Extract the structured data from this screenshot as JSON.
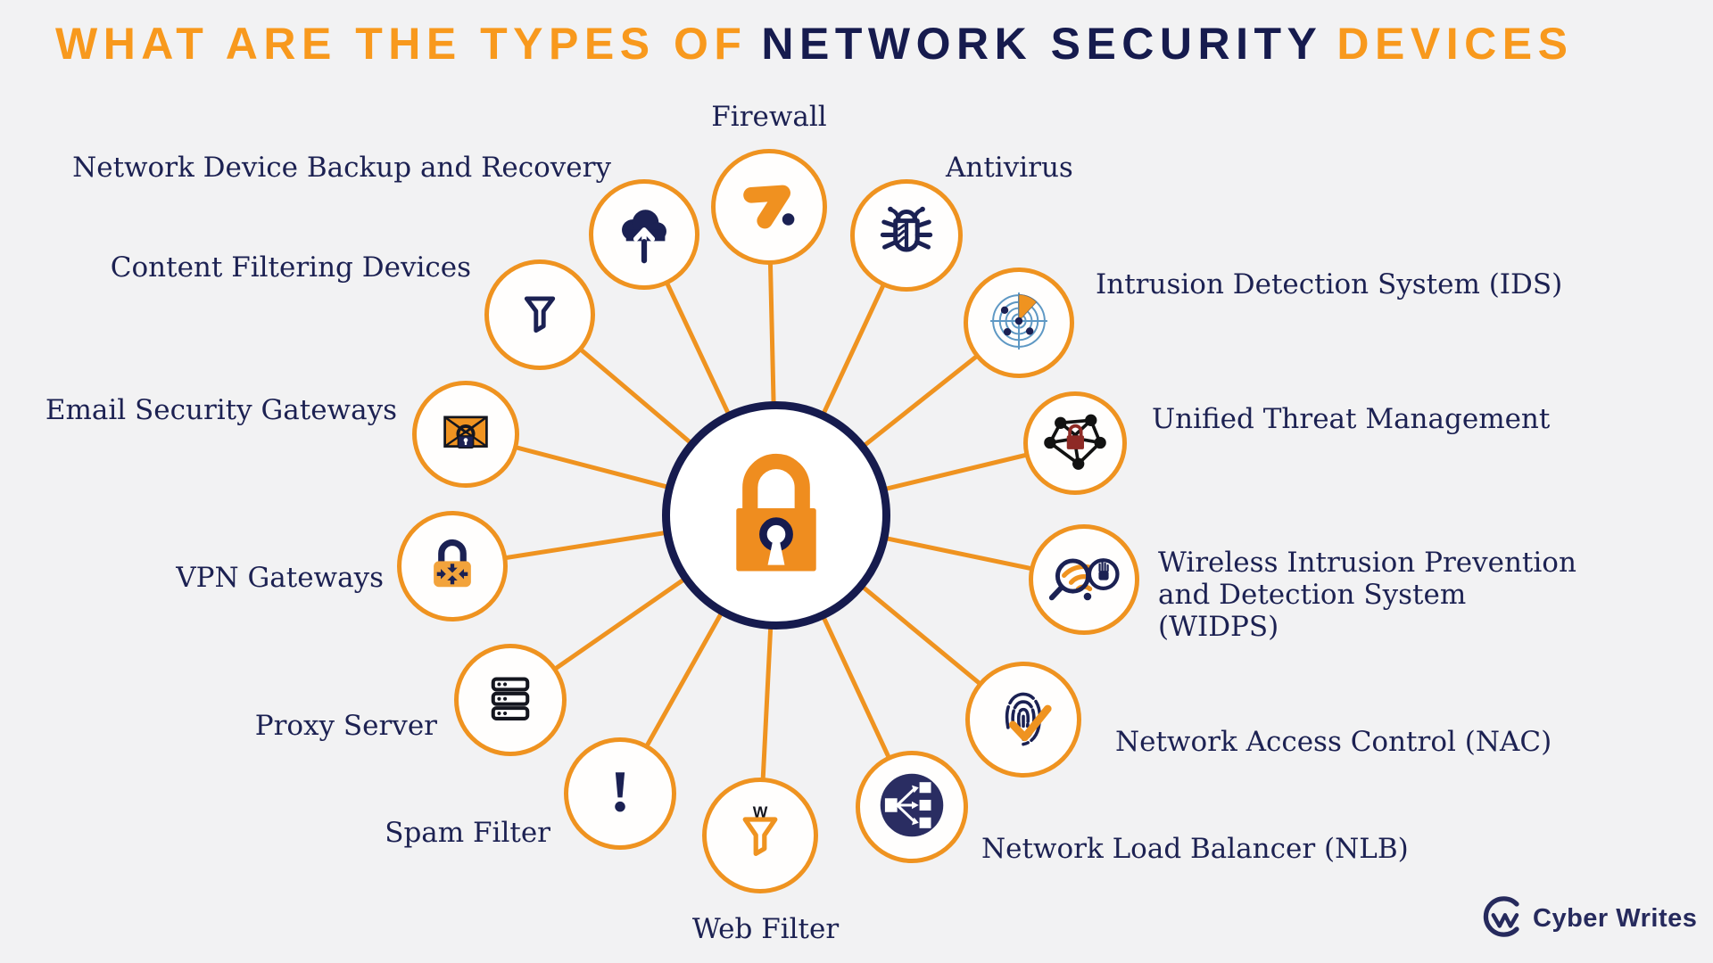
{
  "title": {
    "part1": "WHAT ARE THE TYPES OF",
    "part2": "NETWORK SECURITY",
    "part3": "DEVICES"
  },
  "center": {
    "icon": "padlock-icon",
    "meaning": "Network Security"
  },
  "nodes": [
    {
      "id": "firewall",
      "label": "Firewall",
      "icon": "firewall-arrow-icon"
    },
    {
      "id": "antivirus",
      "label": "Antivirus",
      "icon": "bug-icon"
    },
    {
      "id": "ids",
      "label": "Intrusion Detection System (IDS)",
      "icon": "radar-icon"
    },
    {
      "id": "utm",
      "label": "Unified Threat Management",
      "icon": "network-lock-icon"
    },
    {
      "id": "widps",
      "label": "Wireless Intrusion Prevention and Detection System (WIDPS)",
      "icon": "wifi-search-stop-icon"
    },
    {
      "id": "nac",
      "label": "Network Access Control (NAC)",
      "icon": "fingerprint-check-icon"
    },
    {
      "id": "nlb",
      "label": "Network Load Balancer (NLB)",
      "icon": "load-balancer-icon"
    },
    {
      "id": "webfilter",
      "label": "Web Filter",
      "icon": "funnel-w-icon"
    },
    {
      "id": "spamfilter",
      "label": "Spam Filter",
      "icon": "exclamation-icon"
    },
    {
      "id": "proxy",
      "label": "Proxy Server",
      "icon": "server-stack-icon"
    },
    {
      "id": "vpn",
      "label": "VPN Gateways",
      "icon": "lock-arrows-icon"
    },
    {
      "id": "email",
      "label": "Email Security Gateways",
      "icon": "envelope-lock-icon"
    },
    {
      "id": "contentfilter",
      "label": "Content Filtering Devices",
      "icon": "funnel-icon"
    },
    {
      "id": "backup",
      "label": "Network Device Backup and Recovery",
      "icon": "cloud-upload-icon"
    }
  ],
  "logo": {
    "text": "Cyber Writes"
  },
  "colors": {
    "background": "#f2f2f3",
    "orange": "#EF9320",
    "title_orange": "#F8991D",
    "navy": "#161B4E",
    "label_navy": "#1C2152",
    "maroon_lock": "#8E2A25",
    "radar_blue": "#5E98C4",
    "nlb_fill": "#2A2D62"
  }
}
